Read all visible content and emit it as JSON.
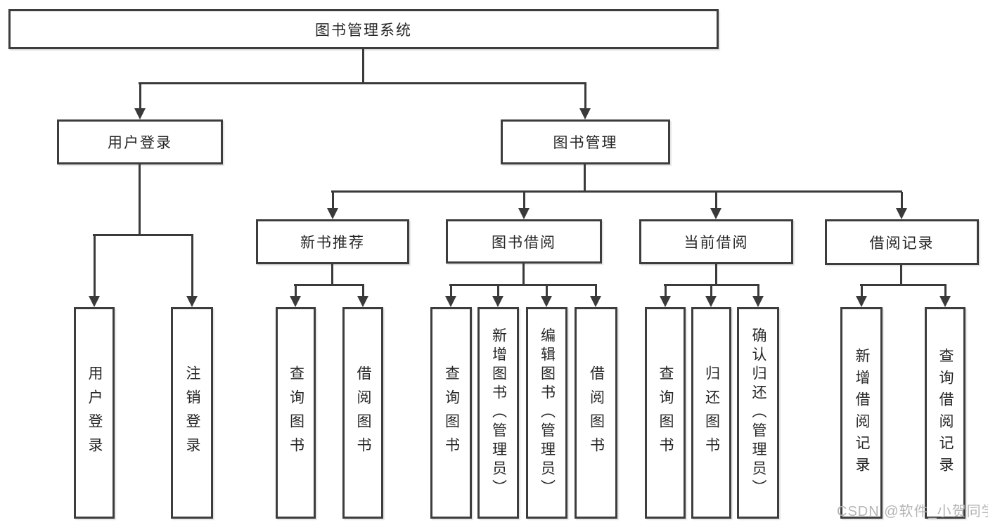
{
  "diagram": {
    "root": "图书管理系统",
    "level1": {
      "user_login": "用户登录",
      "book_management": "图书管理"
    },
    "level2": {
      "new_book_recommend": "新书推荐",
      "book_borrow": "图书借阅",
      "current_borrow": "当前借阅",
      "borrow_records": "借阅记录"
    },
    "leaves": {
      "user_login": [
        "用户登录",
        "注销登录"
      ],
      "new_book_recommend": [
        "查询图书",
        "借阅图书"
      ],
      "book_borrow": [
        "查询图书",
        "新增图书（管理员）",
        "编辑图书（管理员）",
        "借阅图书"
      ],
      "current_borrow": [
        "查询图书",
        "归还图书",
        "确认归还（管理员）"
      ],
      "borrow_records": [
        "新增借阅记录",
        "查询借阅记录"
      ]
    }
  },
  "watermark": "CSDN @软件_小贺同学",
  "colors": {
    "line": "#3a3a3a",
    "border": "#3d3d3d",
    "text": "#262626",
    "watermark": "#b5b5b5",
    "background": "#ffffff"
  }
}
